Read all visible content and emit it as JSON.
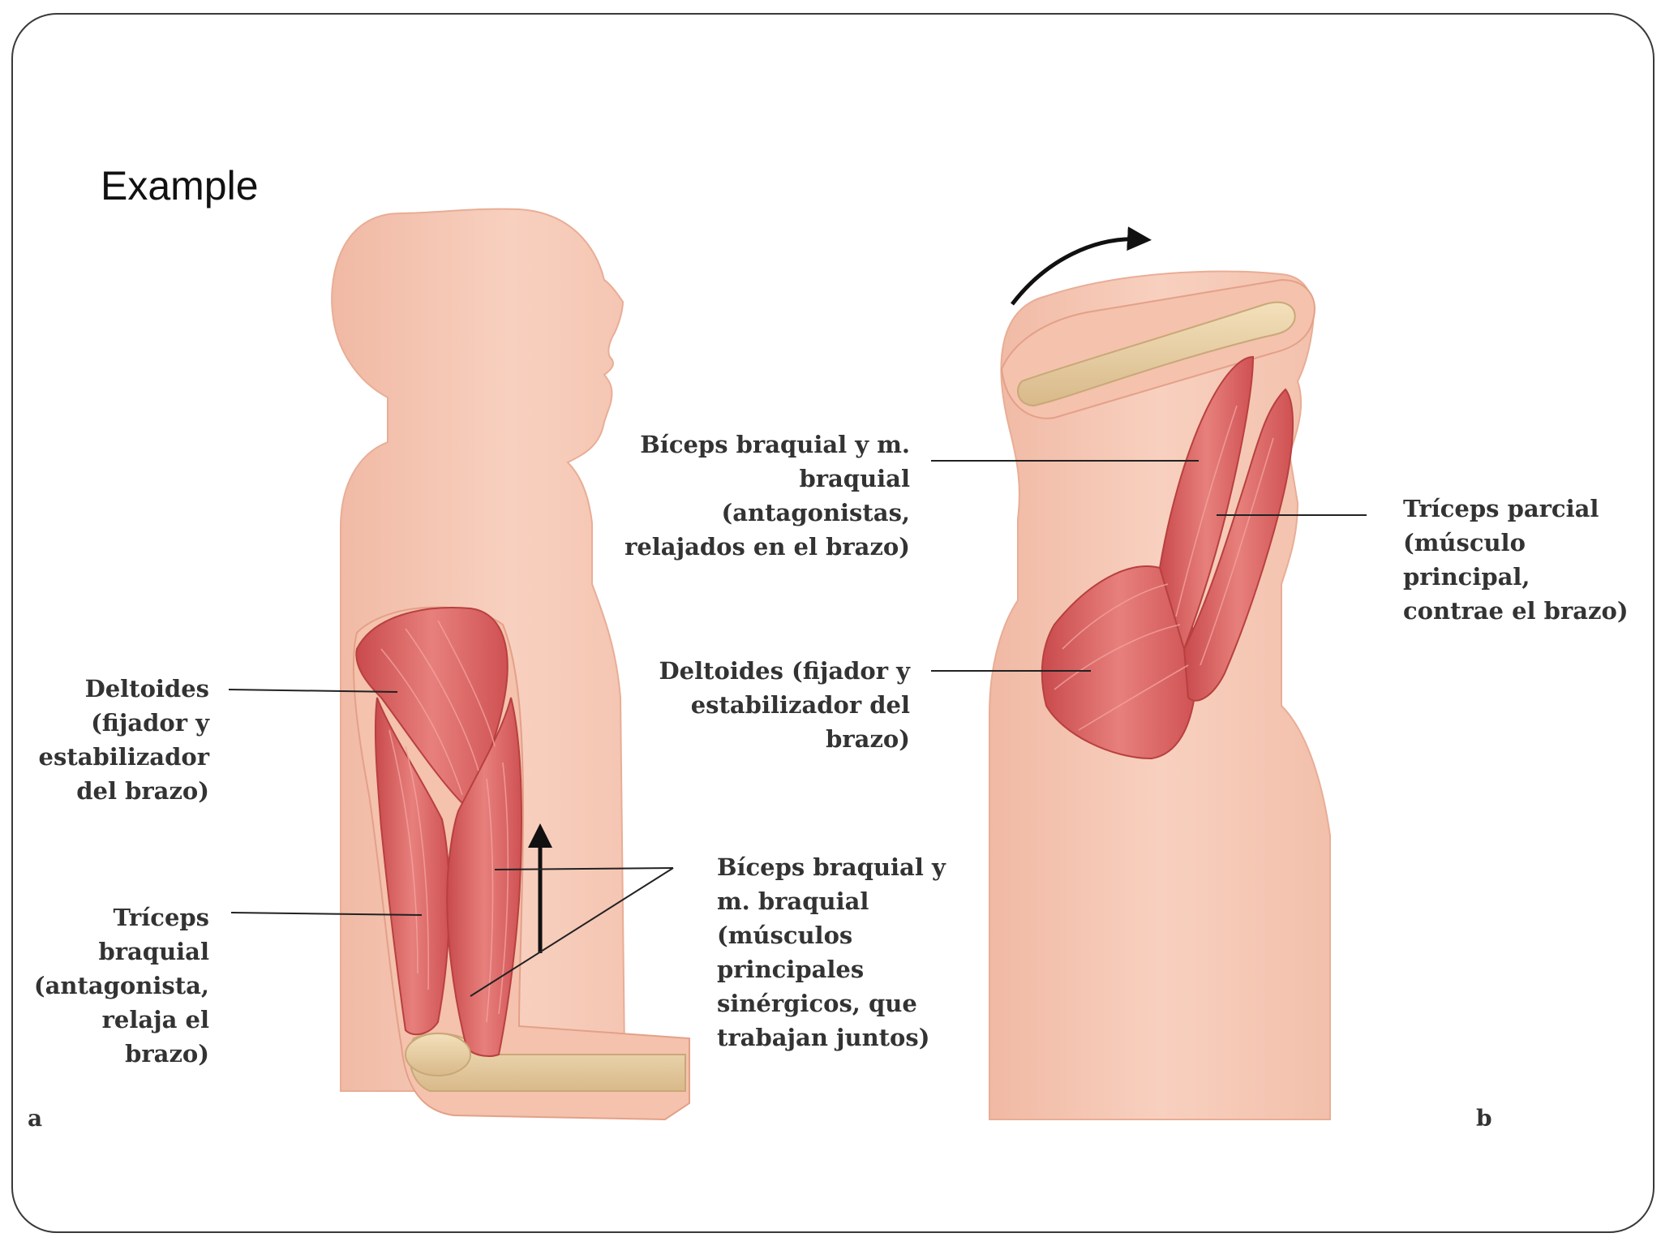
{
  "slide": {
    "title": "Example"
  },
  "diagram": {
    "panel_a": {
      "letter": "a",
      "labels": {
        "deltoides": "Deltoides\n(fijador y\nestabilizador\ndel brazo)",
        "triceps": "Tríceps\nbraquial\n(antagonista,\nrelaja el\nbrazo)",
        "biceps": "Bíceps braquial y\nm. braquial\n(músculos\nprincipales\nsinérgicos, que\ntrabajan juntos)"
      }
    },
    "panel_b": {
      "letter": "b",
      "labels": {
        "biceps": "Bíceps braquial y m.\nbraquial\n(antagonistas,\nrelajados en el brazo)",
        "deltoides": "Deltoides (fijador y\nestabilizador del\nbrazo)",
        "triceps": "Tríceps parcial\n(músculo principal,\ncontrae el brazo)"
      }
    },
    "colors": {
      "skin": "#f5c7b4",
      "skin_edge": "#e8a890",
      "muscle": "#d9595a",
      "muscle_light": "#ec8a86",
      "bone": "#ebd3a6",
      "leader_line": "#222222"
    }
  }
}
